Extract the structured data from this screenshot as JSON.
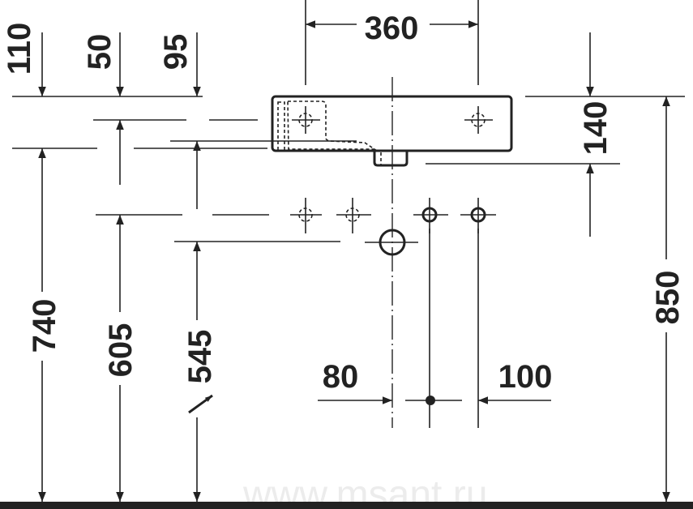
{
  "drawing": {
    "watermark": "www.msant.ru",
    "dimensions": {
      "width_360": "360",
      "d_110": "110",
      "d_50": "50",
      "d_95": "95",
      "d_140": "140",
      "d_850": "850",
      "d_740": "740",
      "d_605": "605",
      "d_545": "545",
      "d_80": "80",
      "d_100": "100"
    }
  }
}
